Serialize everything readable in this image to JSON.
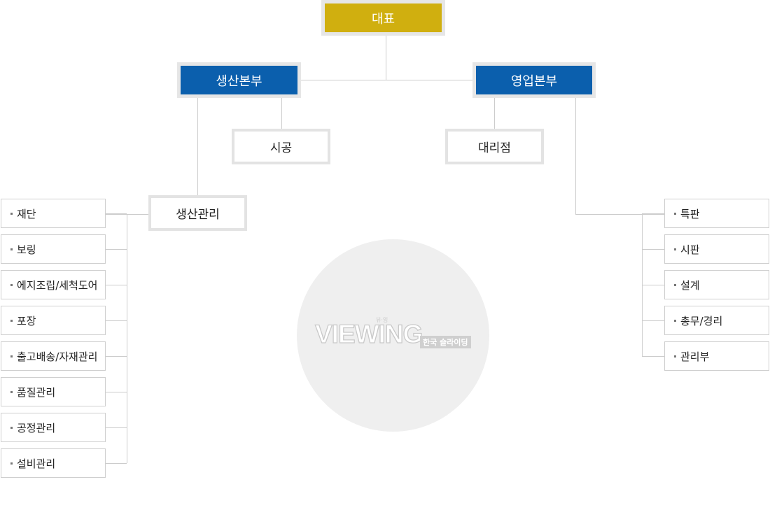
{
  "org": {
    "ceo": "대표",
    "production_hq": "생산본부",
    "sales_hq": "영업본부",
    "construction": "시공",
    "agency": "대리점",
    "production_mgmt": "생산관리",
    "production_items": [
      "재단",
      "보링",
      "에지조립/세척도어",
      "포장",
      "출고배송/자재관리",
      "품질관리",
      "공정관리",
      "설비관리"
    ],
    "sales_items": [
      "특판",
      "시판",
      "설계",
      "총무/경리",
      "관리부"
    ]
  },
  "watermark": {
    "text": "VIEWING",
    "small": "뷰·잉",
    "tag": "한국 슬라이딩"
  }
}
